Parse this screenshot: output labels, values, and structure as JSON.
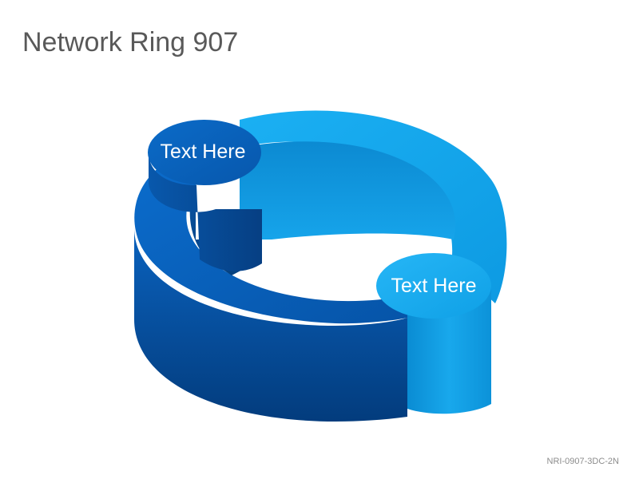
{
  "title": "Network Ring 907",
  "diagram": {
    "nodes": [
      {
        "label": "Text Here"
      },
      {
        "label": "Text Here"
      }
    ]
  },
  "colors": {
    "dark_blue": "#0b5cb5",
    "light_blue": "#14a9ef",
    "title_gray": "#595959"
  },
  "footer_code": "NRI-0907-3DC-2N"
}
